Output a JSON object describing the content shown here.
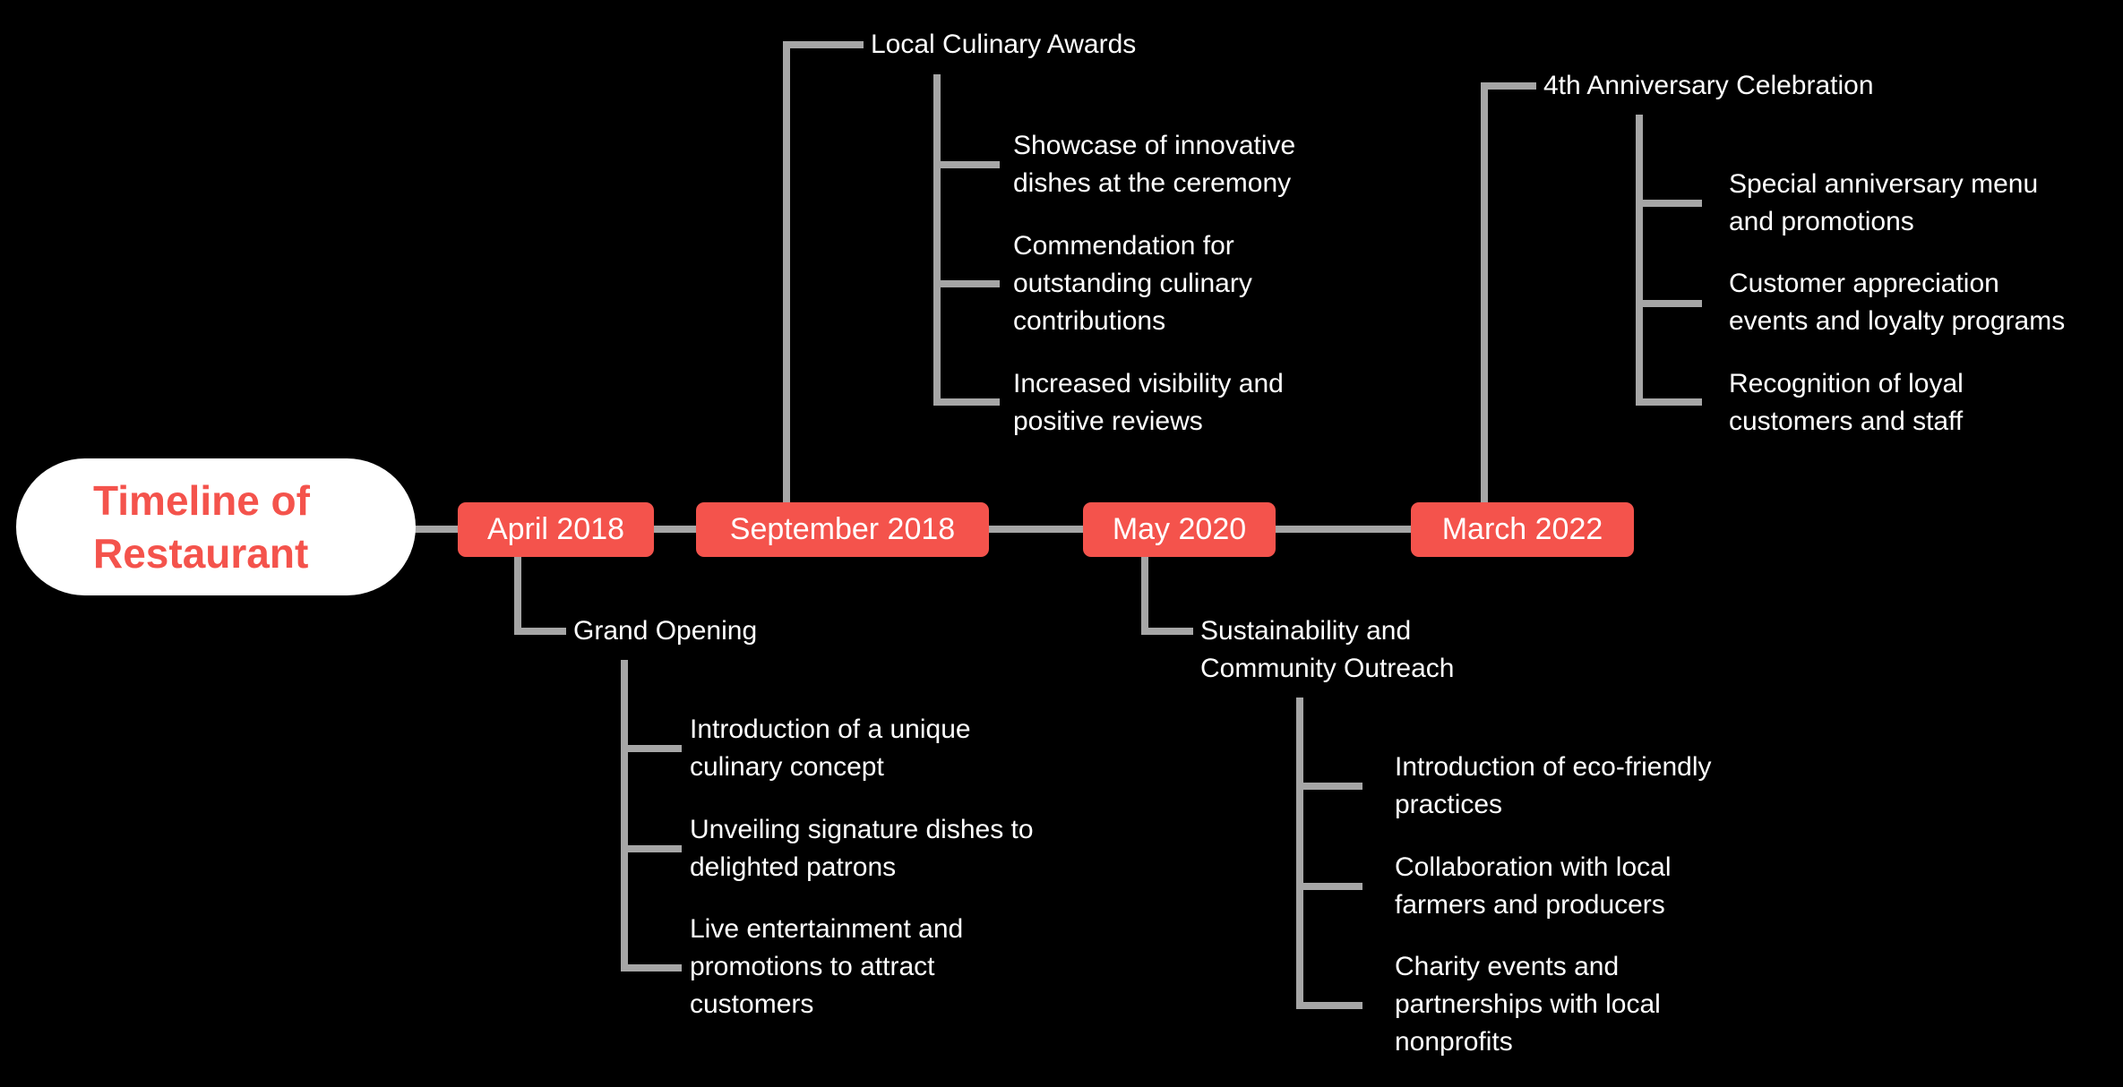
{
  "diagram": {
    "title": "Timeline of Restaurant",
    "colors": {
      "background": "#000000",
      "accent_red": "#f4534c",
      "connector_gray": "#a6a6a6",
      "text_white": "#ffffff"
    },
    "events": [
      {
        "date": "April 2018",
        "title": "Grand Opening",
        "direction": "down",
        "details": [
          "Introduction of a unique culinary concept",
          "Unveiling signature dishes to delighted patrons",
          "Live entertainment and promotions to attract customers"
        ]
      },
      {
        "date": "September 2018",
        "title": "Local Culinary Awards",
        "direction": "up",
        "details": [
          "Showcase of innovative dishes at the ceremony",
          "Commendation for outstanding culinary contributions",
          "Increased visibility and positive reviews"
        ]
      },
      {
        "date": "May 2020",
        "title": "Sustainability and Community Outreach",
        "direction": "down",
        "details": [
          "Introduction of eco-friendly practices",
          "Collaboration with local farmers and producers",
          "Charity events and partnerships with local nonprofits"
        ]
      },
      {
        "date": "March 2022",
        "title": "4th Anniversary Celebration",
        "direction": "up",
        "details": [
          "Special anniversary menu and promotions",
          "Customer appreciation events and loyalty programs",
          "Recognition of loyal customers and staff"
        ]
      }
    ]
  }
}
